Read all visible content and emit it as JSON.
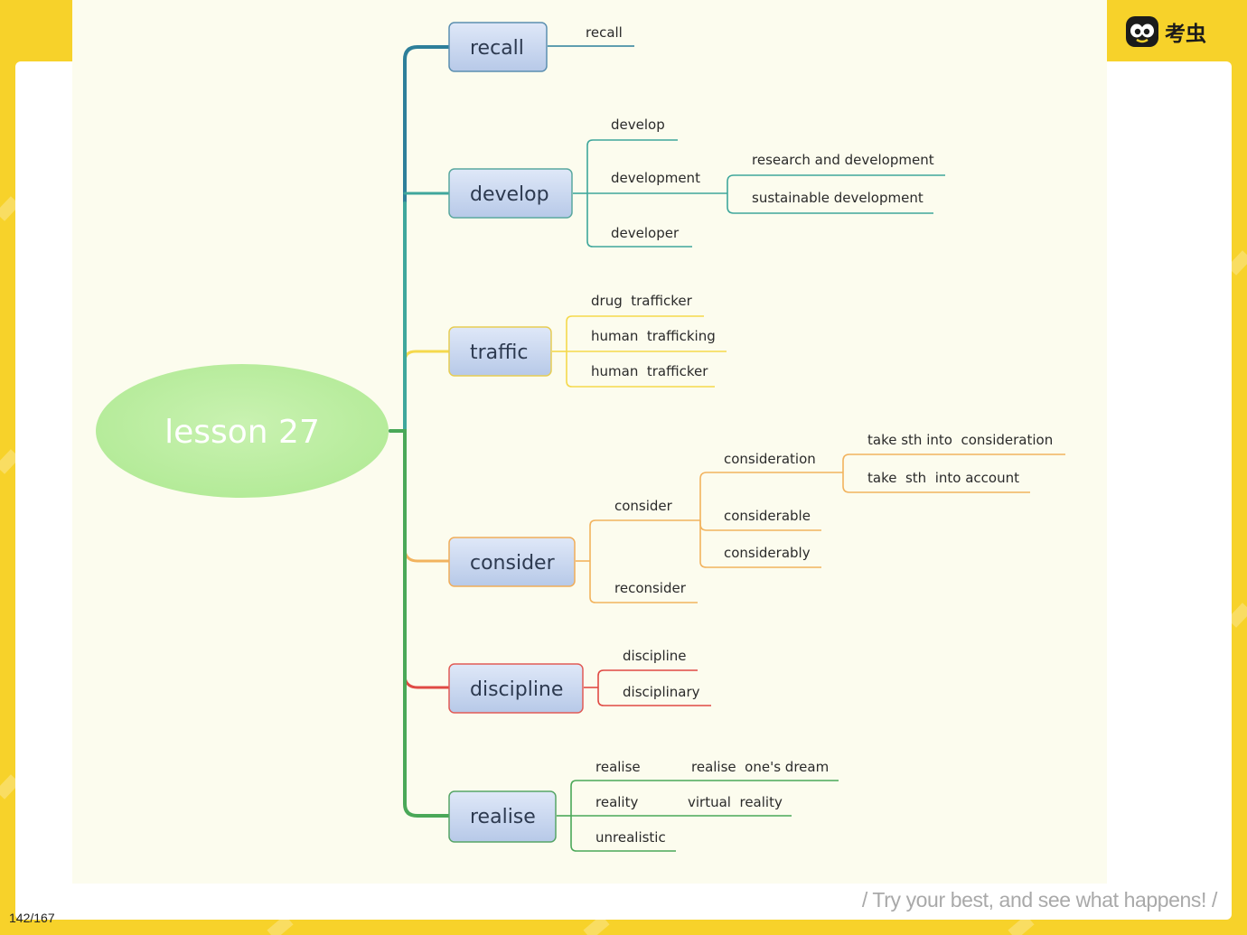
{
  "brand": {
    "name": "考虫",
    "icon": "bee-face-icon"
  },
  "footer": {
    "motto": "/ Try your best, and see what happens! /",
    "page_counter": "142/167"
  },
  "colors": {
    "frame_yellow": "#f7d22a",
    "canvas": "#fcfcee",
    "root_fill": "#bfeea3",
    "branch_fill": "#c7d6ef",
    "recall_branch": "#2d7f9a",
    "develop_branch": "#3fa79c",
    "traffic_branch": "#f5d94c",
    "consider_branch": "#f2b35e",
    "discipline_branch": "#e04a44",
    "realise_branch": "#4aa858"
  },
  "mindmap": {
    "root": "lesson 27",
    "branches": [
      {
        "label": "recall",
        "children": [
          {
            "label": "recall"
          }
        ]
      },
      {
        "label": "develop",
        "children": [
          {
            "label": "develop"
          },
          {
            "label": "development",
            "children": [
              {
                "label": "research and development"
              },
              {
                "label": "sustainable development"
              }
            ]
          },
          {
            "label": "developer"
          }
        ]
      },
      {
        "label": "traffic",
        "children": [
          {
            "label": "drug  trafficker"
          },
          {
            "label": "human  trafficking"
          },
          {
            "label": "human  trafficker"
          }
        ]
      },
      {
        "label": "consider",
        "children": [
          {
            "label": "consider",
            "children": [
              {
                "label": "consideration",
                "children": [
                  {
                    "label": "take sth into  consideration"
                  },
                  {
                    "label": "take  sth  into account"
                  }
                ]
              },
              {
                "label": "considerable"
              },
              {
                "label": "considerably"
              }
            ]
          },
          {
            "label": "reconsider"
          }
        ]
      },
      {
        "label": "discipline",
        "children": [
          {
            "label": "discipline"
          },
          {
            "label": "disciplinary"
          }
        ]
      },
      {
        "label": "realise",
        "children": [
          {
            "label": "realise",
            "children": [
              {
                "label": "realise  one's dream"
              }
            ]
          },
          {
            "label": "reality",
            "children": [
              {
                "label": "virtual  reality"
              }
            ]
          },
          {
            "label": "unrealistic"
          }
        ]
      }
    ]
  }
}
